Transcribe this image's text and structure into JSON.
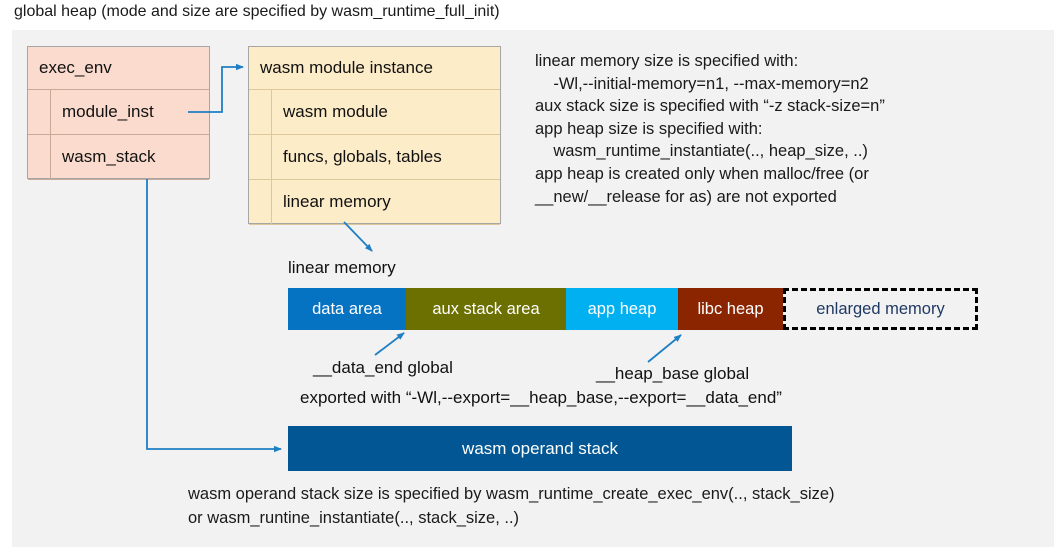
{
  "title": "global heap (mode and size are specified by wasm_runtime_full_init)",
  "colors": {
    "canvas_bg": "#f2f2f2",
    "exec_env_fill": "#fbdbcd",
    "module_instance_fill": "#fdecc8",
    "data_area": "#0672c2",
    "aux_stack_area": "#6b7000",
    "app_heap": "#00b0f0",
    "libc_heap": "#8b2500",
    "enlarged_memory_text": "#1f3864",
    "operand_stack": "#015693",
    "connector": "#1f7fc4"
  },
  "exec_env": {
    "header": "exec_env",
    "fields": [
      {
        "label": "module_inst"
      },
      {
        "label": "wasm_stack"
      }
    ]
  },
  "module_instance": {
    "header": "wasm module instance",
    "fields": [
      {
        "label": "wasm module"
      },
      {
        "label": "funcs, globals, tables"
      },
      {
        "label": "linear memory"
      }
    ]
  },
  "notes": "linear memory size is specified with:\n    -Wl,--initial-memory=n1, --max-memory=n2\naux stack size is specified with “-z stack-size=n”\napp heap size is specified with:\n    wasm_runtime_instantiate(.., heap_size, ..)\napp heap is created only when malloc/free (or\n__new/__release for as) are not exported",
  "linear_memory": {
    "label": "linear memory",
    "segments": [
      {
        "name": "data-area",
        "label": "data area"
      },
      {
        "name": "aux-stack-area",
        "label": "aux stack area"
      },
      {
        "name": "app-heap",
        "label": "app heap"
      },
      {
        "name": "libc-heap",
        "label": "libc heap"
      },
      {
        "name": "enlarged-memory",
        "label": "enlarged memory"
      }
    ]
  },
  "annotations": {
    "data_end": "__data_end global",
    "heap_base": "__heap_base global",
    "exported": "exported with “-Wl,--export=__heap_base,--export=__data_end”"
  },
  "operand_stack": {
    "label": "wasm operand stack",
    "note": "wasm operand stack size is specified by wasm_runtime_create_exec_env(.., stack_size)\nor wasm_runtine_instantiate(.., stack_size, ..)"
  }
}
